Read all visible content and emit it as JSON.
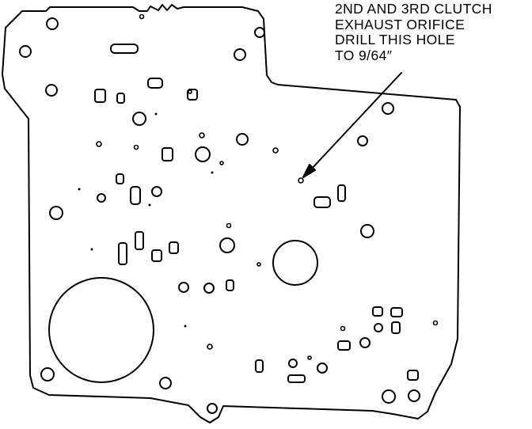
{
  "callout": {
    "lines": [
      "2ND AND 3RD CLUTCH",
      "EXHAUST ORIFICE",
      "DRILL THIS HOLE",
      "TO 9/64″"
    ]
  },
  "colors": {
    "ink": "#000000",
    "paper": "#ffffff"
  }
}
